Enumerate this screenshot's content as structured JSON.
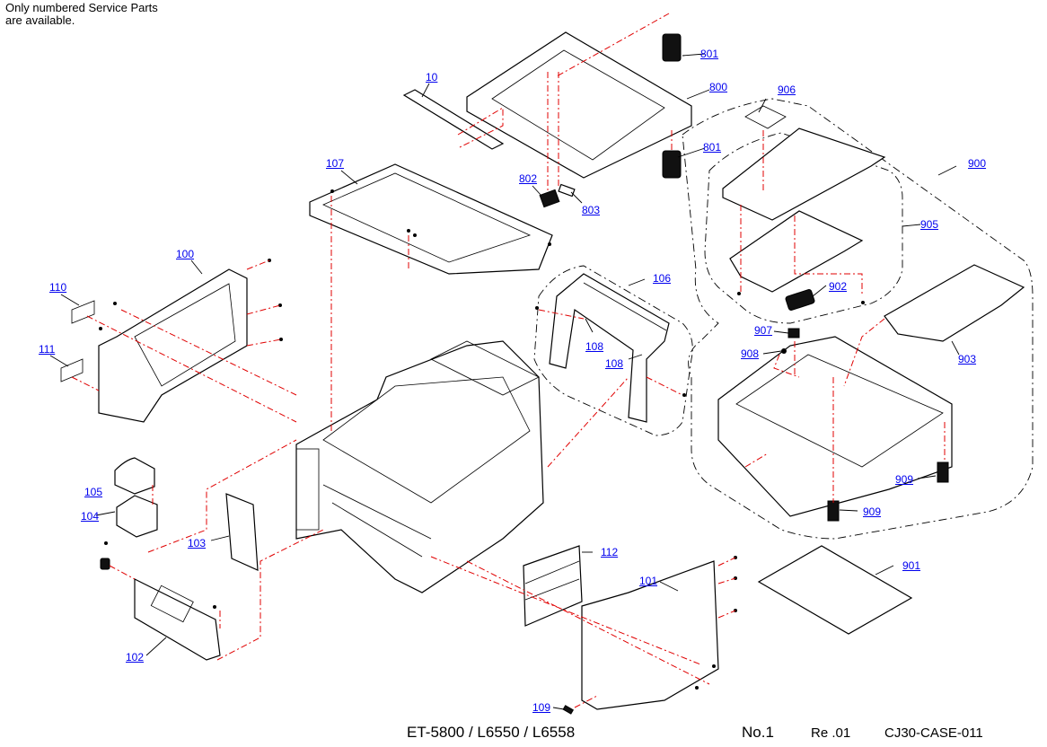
{
  "note": {
    "line1": "Only numbered Service Parts",
    "line2": "are available."
  },
  "footer": {
    "model": "ET-5800 / L6550 / L6558",
    "page": "No.1",
    "revision": "Re .01",
    "doc_code": "CJ30-CASE-011"
  },
  "parts": {
    "p10": "10",
    "p100": "100",
    "p101": "101",
    "p102": "102",
    "p103": "103",
    "p104": "104",
    "p105": "105",
    "p106": "106",
    "p107": "107",
    "p108a": "108",
    "p108b": "108",
    "p109": "109",
    "p110": "110",
    "p111": "111",
    "p112": "112",
    "p800": "800",
    "p801a": "801",
    "p801b": "801",
    "p802": "802",
    "p803": "803",
    "p900": "900",
    "p901": "901",
    "p902": "902",
    "p903": "903",
    "p905": "905",
    "p906": "906",
    "p907": "907",
    "p908": "908",
    "p909a": "909",
    "p909b": "909"
  },
  "colors": {
    "link": "#0000ee",
    "assembly_line": "#e00000",
    "drawing": "#000000"
  }
}
